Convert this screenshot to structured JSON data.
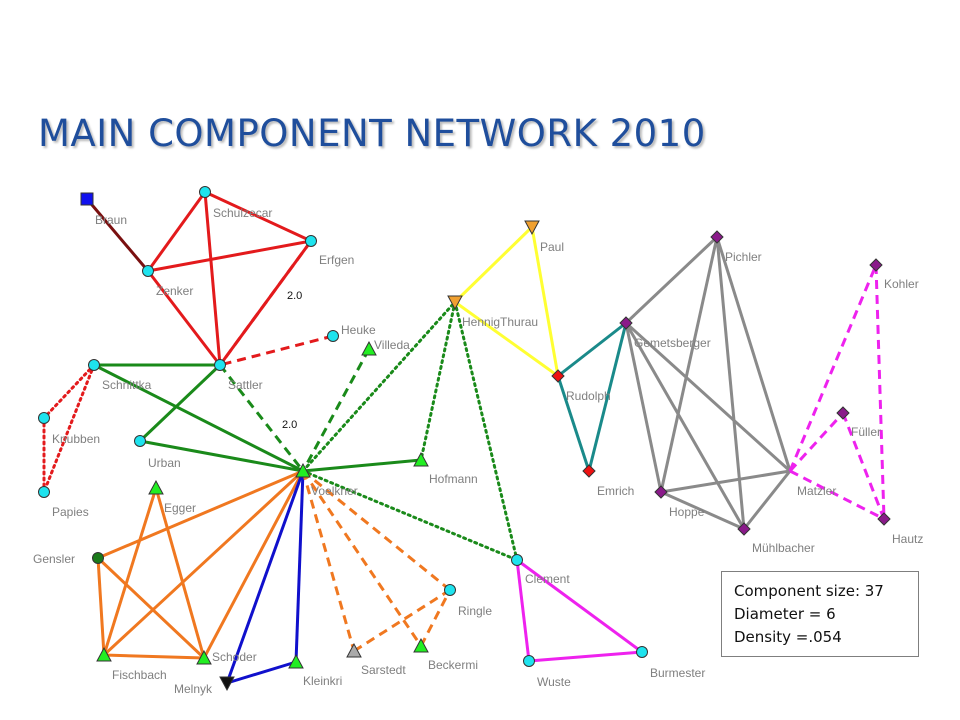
{
  "title": "MAIN COMPONENT NETWORK 2010",
  "colors": {
    "red": "#e31a1c",
    "green": "#1a8a1a",
    "teal": "#1a8a8a",
    "gray": "#8a8a8a",
    "magenta": "#ee22ee",
    "orange": "#f07820",
    "blue": "#1010cc",
    "yellow": "#ffff33",
    "darkred": "#7a1010",
    "node_cyan": "#1ee3ee",
    "node_green": "#22ee22",
    "node_purple": "#8a1a8a",
    "node_red": "#ee1111",
    "node_orange": "#f0a030",
    "node_blue": "#1111ee",
    "node_darkgreen": "#1a7a1a",
    "node_black": "#111111",
    "node_gray": "#aaaaaa",
    "label": "#7f7f7f"
  },
  "nodes": [
    {
      "id": "Braun",
      "label": "Braun",
      "shape": "square",
      "color": "node_blue"
    },
    {
      "id": "Schulzecar",
      "label": "Schulzecar",
      "shape": "circle",
      "color": "node_cyan"
    },
    {
      "id": "Erfgen",
      "label": "Erfgen",
      "shape": "circle",
      "color": "node_cyan"
    },
    {
      "id": "Zenker",
      "label": "Zenker",
      "shape": "circle",
      "color": "node_cyan"
    },
    {
      "id": "Heuke",
      "label": "Heuke",
      "shape": "circle",
      "color": "node_cyan"
    },
    {
      "id": "Villeda",
      "label": "Villeda",
      "shape": "triangle",
      "color": "node_green"
    },
    {
      "id": "Sattler",
      "label": "Sattler",
      "shape": "circle",
      "color": "node_cyan"
    },
    {
      "id": "Schnittka",
      "label": "Schnittka",
      "shape": "circle",
      "color": "node_cyan"
    },
    {
      "id": "Knubben",
      "label": "Knubben",
      "shape": "circle",
      "color": "node_cyan"
    },
    {
      "id": "Urban",
      "label": "Urban",
      "shape": "circle",
      "color": "node_cyan"
    },
    {
      "id": "Papies",
      "label": "Papies",
      "shape": "circle",
      "color": "node_cyan"
    },
    {
      "id": "Voelkner",
      "label": "Voelkner",
      "shape": "triangle",
      "color": "node_green"
    },
    {
      "id": "Egger",
      "label": "Egger",
      "shape": "triangle",
      "color": "node_green"
    },
    {
      "id": "Gensler",
      "label": "Gensler",
      "shape": "circle",
      "color": "node_darkgreen"
    },
    {
      "id": "Fischbach",
      "label": "Fischbach",
      "shape": "triangle",
      "color": "node_green"
    },
    {
      "id": "Schoder",
      "label": "Schoder",
      "shape": "triangle",
      "color": "node_green"
    },
    {
      "id": "Melnyk",
      "label": "Melnyk",
      "shape": "triangle-down",
      "color": "node_black"
    },
    {
      "id": "Kleinkri",
      "label": "Kleinkri",
      "shape": "triangle",
      "color": "node_green"
    },
    {
      "id": "Sarstedt",
      "label": "Sarstedt",
      "shape": "triangle",
      "color": "node_gray"
    },
    {
      "id": "Beckermi",
      "label": "Beckermi",
      "shape": "triangle",
      "color": "node_green"
    },
    {
      "id": "Ringle",
      "label": "Ringle",
      "shape": "circle",
      "color": "node_cyan"
    },
    {
      "id": "Hofmann",
      "label": "Hofmann",
      "shape": "triangle",
      "color": "node_green"
    },
    {
      "id": "Clement",
      "label": "Clement",
      "shape": "circle",
      "color": "node_cyan"
    },
    {
      "id": "Wuste",
      "label": "Wuste",
      "shape": "circle",
      "color": "node_cyan"
    },
    {
      "id": "Burmester",
      "label": "Burmester",
      "shape": "circle",
      "color": "node_cyan"
    },
    {
      "id": "Paul",
      "label": "Paul",
      "shape": "triangle-down",
      "color": "node_orange"
    },
    {
      "id": "HennigThurau",
      "label": "HennigThurau",
      "shape": "triangle-down",
      "color": "node_orange"
    },
    {
      "id": "Rudolph",
      "label": "Rudolph",
      "shape": "diamond",
      "color": "node_red"
    },
    {
      "id": "Emrich",
      "label": "Emrich",
      "shape": "diamond",
      "color": "node_red"
    },
    {
      "id": "Gemetsberger",
      "label": "Gemetsberger",
      "shape": "diamond",
      "color": "node_purple"
    },
    {
      "id": "Pichler",
      "label": "Pichler",
      "shape": "diamond",
      "color": "node_purple"
    },
    {
      "id": "Hoppe",
      "label": "Hoppe",
      "shape": "diamond",
      "color": "node_purple"
    },
    {
      "id": "Muhlbacher",
      "label": "Mühlbacher",
      "shape": "diamond",
      "color": "node_purple"
    },
    {
      "id": "Matzler",
      "label": "Matzler",
      "shape": "none",
      "color": "node_purple"
    },
    {
      "id": "Kohler",
      "label": "Kohler",
      "shape": "diamond",
      "color": "node_purple"
    },
    {
      "id": "Fuller",
      "label": "Füller",
      "shape": "diamond",
      "color": "node_purple"
    },
    {
      "id": "Hautz",
      "label": "Hautz",
      "shape": "diamond",
      "color": "node_purple"
    }
  ],
  "edges": [
    {
      "source": "Braun",
      "target": "Zenker",
      "color": "darkred",
      "style": "solid"
    },
    {
      "source": "Schulzecar",
      "target": "Zenker",
      "color": "red",
      "style": "solid"
    },
    {
      "source": "Schulzecar",
      "target": "Erfgen",
      "color": "red",
      "style": "solid"
    },
    {
      "source": "Schulzecar",
      "target": "Sattler",
      "color": "red",
      "style": "solid"
    },
    {
      "source": "Zenker",
      "target": "Erfgen",
      "color": "red",
      "style": "solid"
    },
    {
      "source": "Zenker",
      "target": "Sattler",
      "color": "red",
      "style": "solid"
    },
    {
      "source": "Erfgen",
      "target": "Sattler",
      "color": "red",
      "style": "solid"
    },
    {
      "source": "Erfgen",
      "target": "Sattler",
      "color": "red",
      "style": "dashed",
      "label": "2.0"
    },
    {
      "source": "Heuke",
      "target": "Sattler",
      "color": "red",
      "style": "dashed"
    },
    {
      "source": "Sattler",
      "target": "Voelkner",
      "color": "green",
      "style": "dashed",
      "label": "2.0"
    },
    {
      "source": "Sattler",
      "target": "Urban",
      "color": "green",
      "style": "solid"
    },
    {
      "source": "Sattler",
      "target": "Schnittka",
      "color": "green",
      "style": "solid"
    },
    {
      "source": "Schnittka",
      "target": "Voelkner",
      "color": "green",
      "style": "solid"
    },
    {
      "source": "Urban",
      "target": "Voelkner",
      "color": "green",
      "style": "solid"
    },
    {
      "source": "Villeda",
      "target": "Voelkner",
      "color": "green",
      "style": "dashed"
    },
    {
      "source": "Schnittka",
      "target": "Knubben",
      "color": "red",
      "style": "dotted"
    },
    {
      "source": "Schnittka",
      "target": "Papies",
      "color": "red",
      "style": "dotted"
    },
    {
      "source": "Knubben",
      "target": "Papies",
      "color": "red",
      "style": "dotted"
    },
    {
      "source": "Voelkner",
      "target": "HennigThurau",
      "color": "green",
      "style": "dotted"
    },
    {
      "source": "Voelkner",
      "target": "Hofmann",
      "color": "green",
      "style": "solid"
    },
    {
      "source": "Voelkner",
      "target": "Clement",
      "color": "green",
      "style": "dotted"
    },
    {
      "source": "HennigThurau",
      "target": "Hofmann",
      "color": "green",
      "style": "dotted"
    },
    {
      "source": "HennigThurau",
      "target": "Clement",
      "color": "green",
      "style": "dotted"
    },
    {
      "source": "Voelkner",
      "target": "Gensler",
      "color": "orange",
      "style": "solid"
    },
    {
      "source": "Voelkner",
      "target": "Fischbach",
      "color": "orange",
      "style": "solid"
    },
    {
      "source": "Voelkner",
      "target": "Schoder",
      "color": "orange",
      "style": "solid"
    },
    {
      "source": "Egger",
      "target": "Fischbach",
      "color": "orange",
      "style": "solid"
    },
    {
      "source": "Egger",
      "target": "Schoder",
      "color": "orange",
      "style": "solid"
    },
    {
      "source": "Gensler",
      "target": "Fischbach",
      "color": "orange",
      "style": "solid"
    },
    {
      "source": "Gensler",
      "target": "Schoder",
      "color": "orange",
      "style": "solid"
    },
    {
      "source": "Fischbach",
      "target": "Schoder",
      "color": "orange",
      "style": "solid"
    },
    {
      "source": "Voelkner",
      "target": "Melnyk",
      "color": "blue",
      "style": "solid"
    },
    {
      "source": "Voelkner",
      "target": "Kleinkri",
      "color": "blue",
      "style": "solid"
    },
    {
      "source": "Melnyk",
      "target": "Kleinkri",
      "color": "blue",
      "style": "solid"
    },
    {
      "source": "Voelkner",
      "target": "Sarstedt",
      "color": "orange",
      "style": "dashed"
    },
    {
      "source": "Voelkner",
      "target": "Beckermi",
      "color": "orange",
      "style": "dashed"
    },
    {
      "source": "Voelkner",
      "target": "Ringle",
      "color": "orange",
      "style": "dashed"
    },
    {
      "source": "Sarstedt",
      "target": "Ringle",
      "color": "orange",
      "style": "dashed"
    },
    {
      "source": "Beckermi",
      "target": "Ringle",
      "color": "orange",
      "style": "dashed"
    },
    {
      "source": "Clement",
      "target": "Wuste",
      "color": "magenta",
      "style": "solid"
    },
    {
      "source": "Clement",
      "target": "Burmester",
      "color": "magenta",
      "style": "solid"
    },
    {
      "source": "Wuste",
      "target": "Burmester",
      "color": "magenta",
      "style": "solid"
    },
    {
      "source": "HennigThurau",
      "target": "Paul",
      "color": "yellow",
      "style": "solid"
    },
    {
      "source": "HennigThurau",
      "target": "Rudolph",
      "color": "yellow",
      "style": "solid"
    },
    {
      "source": "Paul",
      "target": "Rudolph",
      "color": "yellow",
      "style": "solid"
    },
    {
      "source": "Rudolph",
      "target": "Gemetsberger",
      "color": "teal",
      "style": "solid"
    },
    {
      "source": "Rudolph",
      "target": "Emrich",
      "color": "teal",
      "style": "solid"
    },
    {
      "source": "Gemetsberger",
      "target": "Emrich",
      "color": "teal",
      "style": "solid"
    },
    {
      "source": "Gemetsberger",
      "target": "Pichler",
      "color": "gray",
      "style": "solid"
    },
    {
      "source": "Gemetsberger",
      "target": "Hoppe",
      "color": "gray",
      "style": "solid"
    },
    {
      "source": "Gemetsberger",
      "target": "Muhlbacher",
      "color": "gray",
      "style": "solid"
    },
    {
      "source": "Gemetsberger",
      "target": "Matzler",
      "color": "gray",
      "style": "solid"
    },
    {
      "source": "Pichler",
      "target": "Hoppe",
      "color": "gray",
      "style": "solid"
    },
    {
      "source": "Pichler",
      "target": "Muhlbacher",
      "color": "gray",
      "style": "solid"
    },
    {
      "source": "Pichler",
      "target": "Matzler",
      "color": "gray",
      "style": "solid"
    },
    {
      "source": "Hoppe",
      "target": "Muhlbacher",
      "color": "gray",
      "style": "solid"
    },
    {
      "source": "Hoppe",
      "target": "Matzler",
      "color": "gray",
      "style": "solid"
    },
    {
      "source": "Muhlbacher",
      "target": "Matzler",
      "color": "gray",
      "style": "solid"
    },
    {
      "source": "Matzler",
      "target": "Kohler",
      "color": "magenta",
      "style": "dashed"
    },
    {
      "source": "Matzler",
      "target": "Fuller",
      "color": "magenta",
      "style": "dashed"
    },
    {
      "source": "Matzler",
      "target": "Hautz",
      "color": "magenta",
      "style": "dashed"
    },
    {
      "source": "Kohler",
      "target": "Hautz",
      "color": "magenta",
      "style": "dashed"
    },
    {
      "source": "Fuller",
      "target": "Hautz",
      "color": "magenta",
      "style": "dashed"
    }
  ],
  "stats": {
    "size": "Component size: 37",
    "diameter": "Diameter = 6",
    "density": "Density =.054"
  }
}
